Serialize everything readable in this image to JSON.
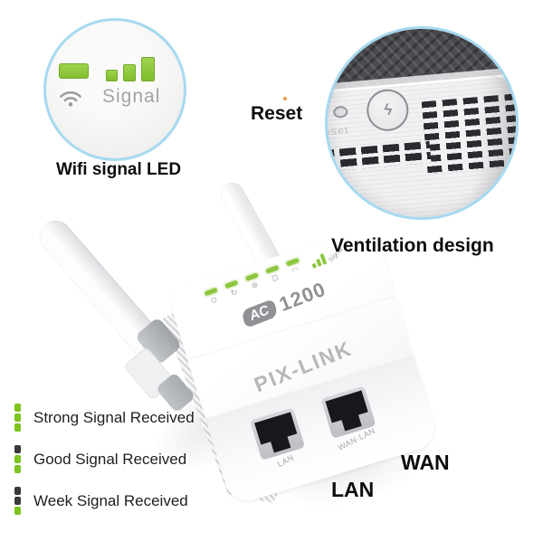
{
  "colors": {
    "led_green": "#8dc63f",
    "legend_green": "#7cc41f",
    "dark": "#3a3a3a",
    "ring_blue": "#a6d9f1",
    "badge_gray": "#8f9195",
    "brand_gray": "#b6b7b9"
  },
  "callout_wifi_led": {
    "signal_label": "Signal",
    "caption": "Wifi signal LED"
  },
  "callout_ventilation": {
    "reset_annotation": "Reset",
    "embossed_reset_label": "Reset",
    "caption": "Ventilation design"
  },
  "device": {
    "status_icons": [
      {
        "name": "power-icon",
        "glyph": "⊙"
      },
      {
        "name": "wps-icon",
        "glyph": "↻"
      },
      {
        "name": "wan-icon",
        "glyph": "⊕"
      },
      {
        "name": "lan-icon",
        "glyph": "⊡"
      },
      {
        "name": "wifi-icon",
        "glyph": "◠"
      }
    ],
    "signal_label": "Signal",
    "badge": {
      "ac": "AC",
      "speed": "1200"
    },
    "brand": "PIX-LINK",
    "ports": {
      "lan": "LAN",
      "wan_lan": "WAN·LAN"
    },
    "wps_button_glyph": "ϟ"
  },
  "port_annotations": {
    "lan": "LAN",
    "wan": "WAN"
  },
  "legend": {
    "items": [
      {
        "label": "Strong Signal Received",
        "bars": [
          "legend_green",
          "legend_green",
          "legend_green"
        ]
      },
      {
        "label": "Good Signal Received",
        "bars": [
          "dark",
          "legend_green",
          "legend_green"
        ]
      },
      {
        "label": "Week Signal Received",
        "bars": [
          "dark",
          "dark",
          "legend_green"
        ]
      }
    ]
  }
}
